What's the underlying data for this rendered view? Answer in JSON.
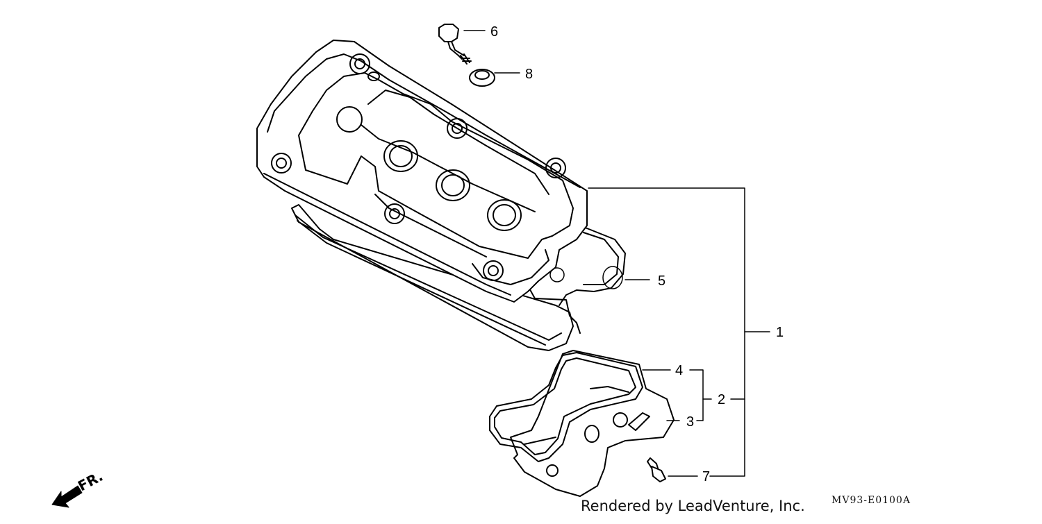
{
  "diagram": {
    "callouts": {
      "c1": "1",
      "c2": "2",
      "c3": "3",
      "c4": "4",
      "c5": "5",
      "c6": "6",
      "c7": "7",
      "c8": "8"
    },
    "direction_label": "FR.",
    "credit": "Rendered by LeadVenture, Inc.",
    "diagram_code": "MV93-E0100A"
  },
  "colors": {
    "line": "#000000",
    "background": "#ffffff"
  }
}
